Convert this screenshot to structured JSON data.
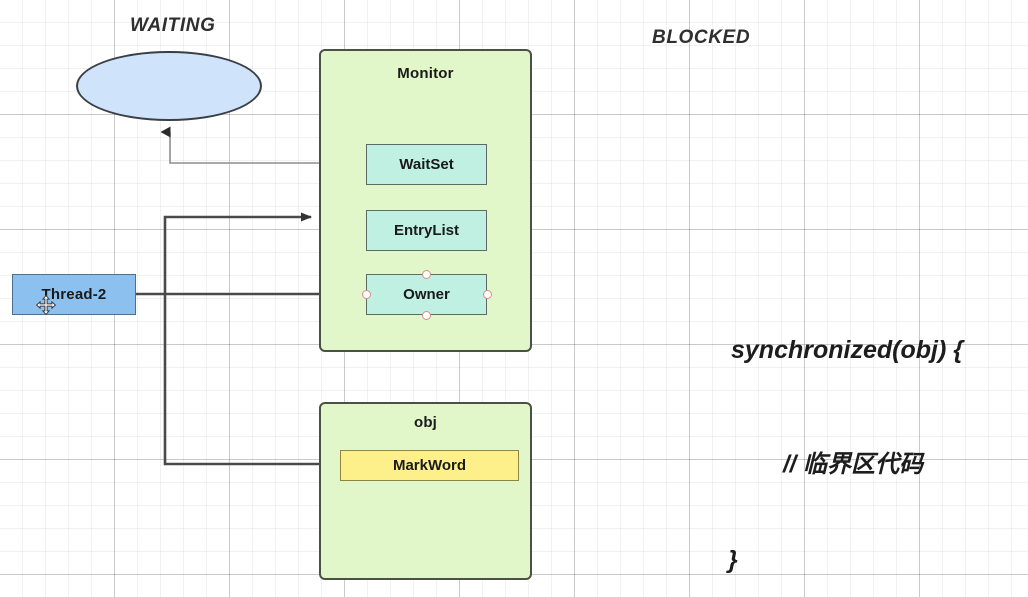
{
  "diagram": {
    "title_states": {
      "waiting": "WAITING",
      "blocked": "BLOCKED"
    },
    "nodes": {
      "thread": "Thread-2",
      "monitor": "Monitor",
      "obj": "obj",
      "waitset": "WaitSet",
      "entrylist": "EntryList",
      "owner": "Owner",
      "markword": "MarkWord"
    },
    "code": {
      "line0": "synchronized(obj) {",
      "line1": "// 临界区代码",
      "line2": "}"
    },
    "cursor": "move-cursor",
    "colors": {
      "container_fill": "#e2f7c9",
      "container_stroke": "#4a5246",
      "inner_fill": "#bff0e1",
      "inner_stroke": "#5c6b63",
      "markword_fill": "#fdf08a",
      "markword_stroke": "#8d8641",
      "thread_fill": "#8cc0ef",
      "thread_stroke": "#4f6f8f",
      "ellipse_fill": "#cfe4fb",
      "ellipse_stroke": "#3a3f46",
      "edge_stroke": "#4a4a4a",
      "thin_edge_stroke": "#8e8e8e",
      "handle_stroke": "#e08a8a",
      "text": "#1a1a1a",
      "grid_minor": "#ededed",
      "grid_major": "#d8d8d8"
    },
    "edges": [
      {
        "name": "waitset-to-waiting",
        "from": "waitset",
        "to": "waiting-ellipse",
        "arrow": true,
        "style": "thin"
      },
      {
        "name": "thread-to-entrylist",
        "from": "thread",
        "to": "monitor",
        "arrow": true,
        "style": "thick"
      },
      {
        "name": "thread-to-owner",
        "from": "thread",
        "to": "owner",
        "arrow": true,
        "style": "thick"
      },
      {
        "name": "thread-to-markword",
        "from": "thread",
        "to": "markword",
        "arrow": false,
        "style": "thick"
      }
    ]
  }
}
